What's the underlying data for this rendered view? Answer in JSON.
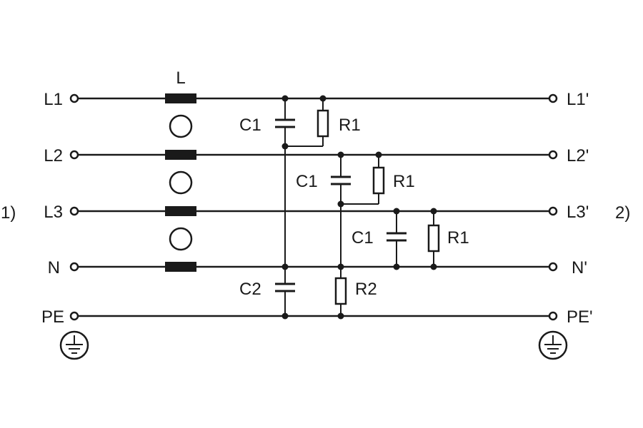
{
  "inductor": {
    "label": "L"
  },
  "lines": {
    "l1": {
      "in": "L1",
      "out": "L1'"
    },
    "l2": {
      "in": "L2",
      "out": "L2'"
    },
    "l3": {
      "in": "L3",
      "out": "L3'"
    },
    "n": {
      "in": "N",
      "out": "N'"
    },
    "pe": {
      "in": "PE",
      "out": "PE'"
    }
  },
  "sides": {
    "input": "1)",
    "output": "2)"
  },
  "components": {
    "c1": "C1",
    "r1": "R1",
    "c2": "C2",
    "r2": "R2"
  },
  "icons": {
    "ground": "protective-earth-icon"
  }
}
